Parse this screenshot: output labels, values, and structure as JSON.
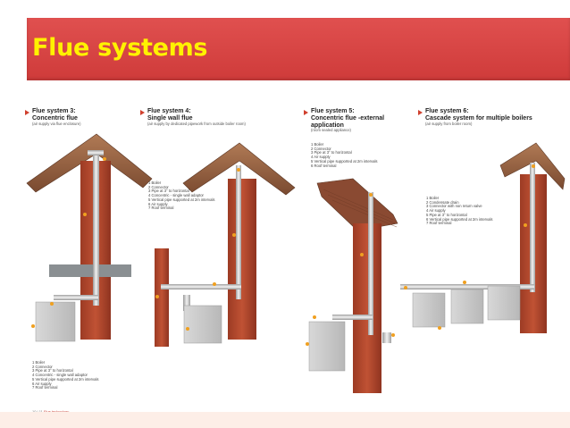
{
  "slide": {
    "title": "Flue systems",
    "colors": {
      "title_bar": "#d94645",
      "title_text": "#fff200",
      "brick": "#b5472c",
      "roof": "#8a4f32",
      "pipe": "#c8c8c8",
      "callout": "#f0a020"
    }
  },
  "panels": [
    {
      "title_lines": [
        "Flue system 3:",
        "Concentric flue"
      ],
      "subtitle": "(air supply via flue enclosure)",
      "legend": [
        "1  Boiler",
        "2  Connector",
        "3  Pipe at 3° to horizontal",
        "4  Concentric - single wall adaptor",
        "5  Vertical pipe supported at 2m intervals",
        "6  Air supply",
        "7  Roof terminal"
      ]
    },
    {
      "title_lines": [
        "Flue system 4:",
        "Single wall flue"
      ],
      "subtitle": "(air supply by dedicated pipework from outside boiler room)",
      "legend": [
        "1  Boiler",
        "2  Connector",
        "3  Pipe at 3° to horizontal",
        "4  Concentric - single wall adaptor",
        "5  Vertical pipe supported at 2m intervals",
        "6  Air supply",
        "7  Roof terminal"
      ]
    },
    {
      "title_lines": [
        "Flue system 5:",
        "Concentric flue -external",
        "application"
      ],
      "subtitle": "(room sealed appliance)",
      "legend": [
        "1  Boiler",
        "2  Connector",
        "3  Pipe at 3° to horizontal",
        "4  Air supply",
        "5  Vertical pipe supported at 2m intervals",
        "6  Roof terminal"
      ]
    },
    {
      "title_lines": [
        "Flue system 6:",
        "Cascade system for multiple boilers"
      ],
      "subtitle": "(air supply from boiler room)",
      "legend": [
        "1  Boiler",
        "2  Condensate drain",
        "3  Connector with non return valve",
        "4  Air supply",
        "5  Pipe at 3° to horizontal",
        "6  Vertical pipe supported at 2m intervals",
        "7  Roof terminal"
      ]
    }
  ],
  "footer": {
    "page": "10  |  11",
    "text": "Flue technology"
  }
}
